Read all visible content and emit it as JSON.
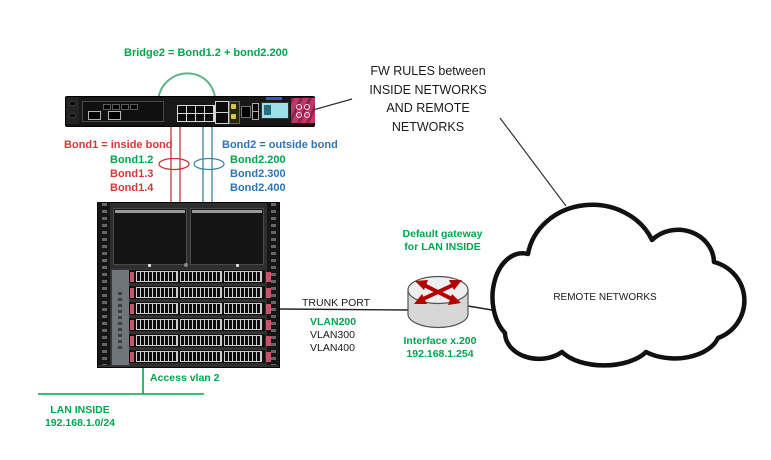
{
  "diagram_title": "Network bonding / bridge diagram",
  "bridge": {
    "label": "Bridge2 = Bond1.2 + bond2.200"
  },
  "fw_note": {
    "text": "FW RULES between\nINSIDE NETWORKS\nAND REMOTE\nNETWORKS"
  },
  "bond1": {
    "title": "Bond1 = inside bond",
    "items": [
      {
        "label": "Bond1.2",
        "color": "#00A550"
      },
      {
        "label": "Bond1.3",
        "color": "#D93636"
      },
      {
        "label": "Bond1.4",
        "color": "#D93636"
      }
    ]
  },
  "bond2": {
    "title": "Bond2 = outside bond",
    "items": [
      {
        "label": "Bond2.200",
        "color": "#00A550"
      },
      {
        "label": "Bond2.300",
        "color": "#2E75B6"
      },
      {
        "label": "Bond2.400",
        "color": "#2E75B6"
      }
    ]
  },
  "trunk": {
    "label": "TRUNK PORT",
    "vlans": [
      {
        "label": "VLAN200",
        "color": "#00A550"
      },
      {
        "label": "VLAN300",
        "color": "#1a1a1a"
      },
      {
        "label": "VLAN400",
        "color": "#1a1a1a"
      }
    ]
  },
  "router": {
    "note": "Default gateway\nfor LAN INSIDE",
    "interface_label": "Interface x.200",
    "ip": "192.168.1.254"
  },
  "cloud": {
    "label": "REMOTE NETWORKS"
  },
  "lan": {
    "access_label": "Access vlan 2",
    "name": "LAN INSIDE",
    "subnet": "192.168.1.0/24"
  },
  "colors": {
    "green": "#00A550",
    "red_text": "#D93636",
    "blue_text": "#2E75B6",
    "red_line": "#C94848",
    "teal_line": "#4C8AA8",
    "arc_green": "#5FB487",
    "router_arrow_red": "#B30000",
    "appliance_pink": "#C73568",
    "lcd_cyan": "#9FDDE8"
  }
}
